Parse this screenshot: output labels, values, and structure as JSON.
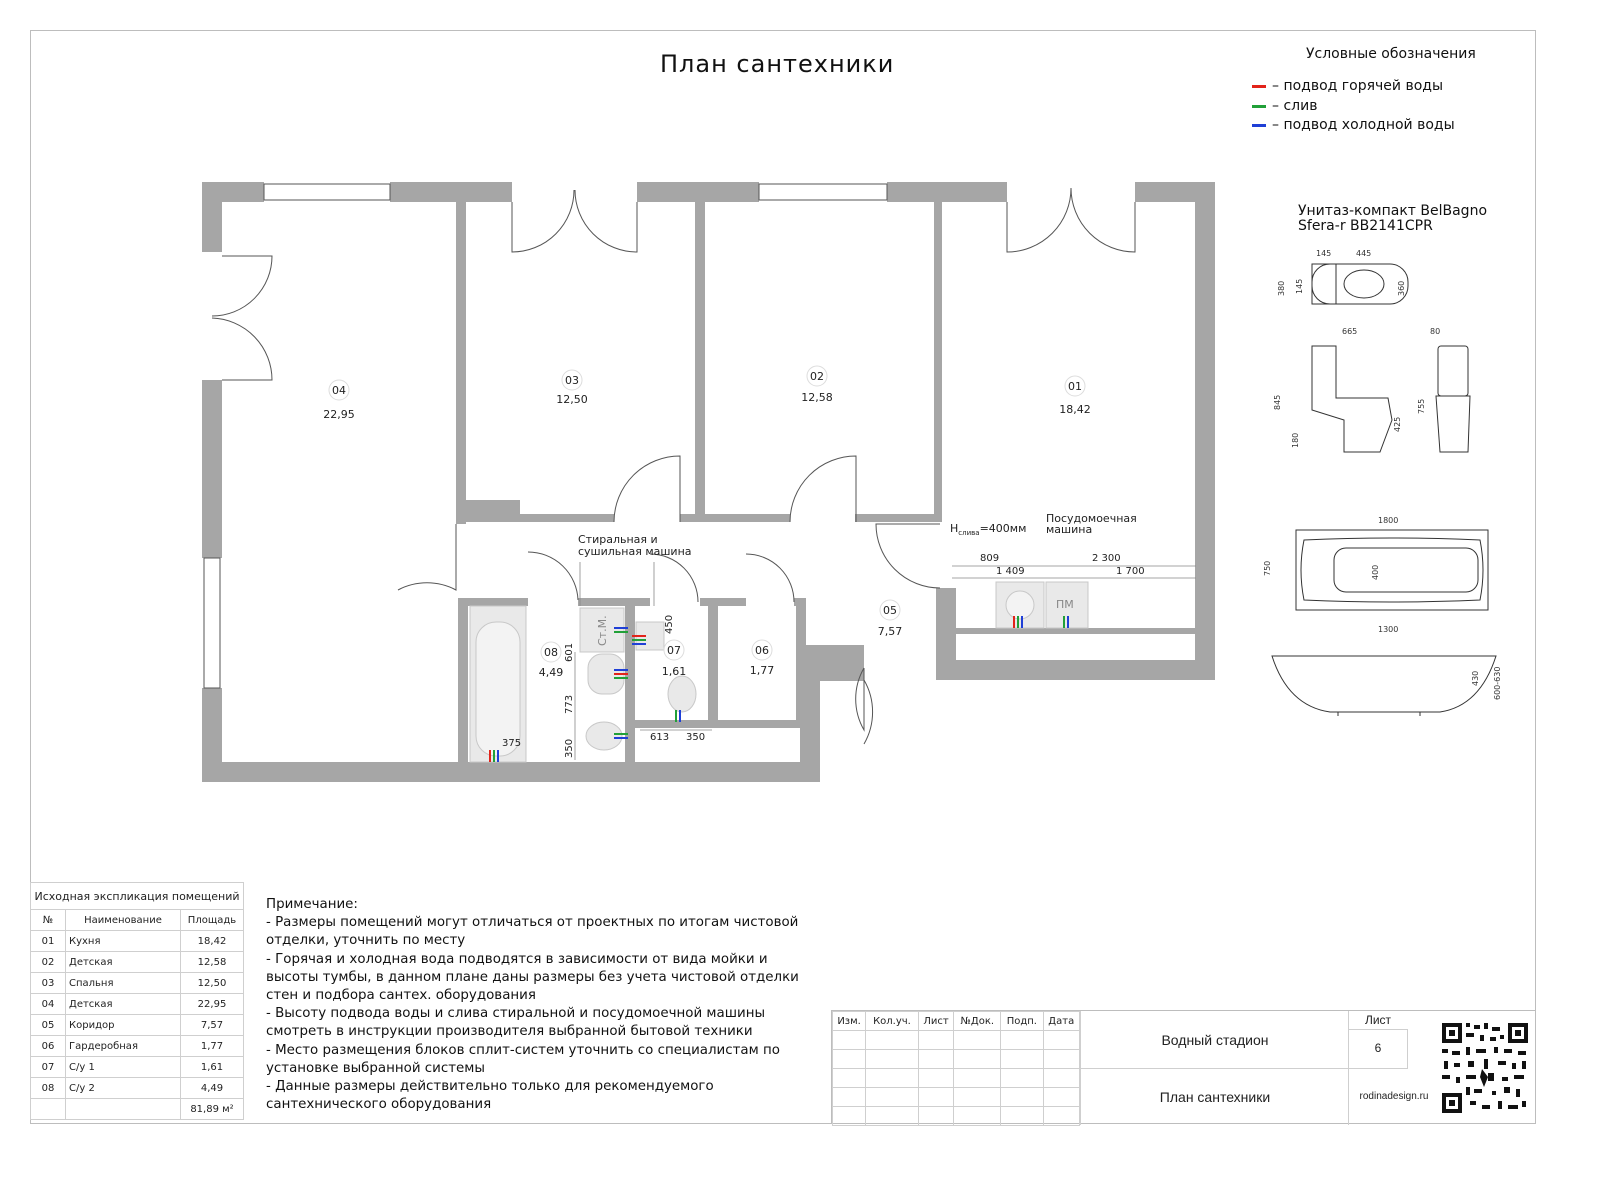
{
  "title": "План сантехники",
  "legend": {
    "title": "Условные обозначения",
    "items": [
      {
        "color": "#e2231a",
        "label": "– подвод горячей воды"
      },
      {
        "color": "#21a038",
        "label": "– слив"
      },
      {
        "color": "#1f3fd6",
        "label": "– подвод холодной воды"
      }
    ]
  },
  "product": {
    "line1": "Унитаз-компакт BelBagno",
    "line2": "Sfera-r BB2141CPR"
  },
  "toilet_dims": {
    "top_a": "145",
    "top_b": "445",
    "left_a": "380",
    "left_b": "145",
    "right": "360",
    "side_w": "665",
    "side_h": "845",
    "side_seat": "425",
    "side_low": "180",
    "front_w": "80",
    "front_h": "755"
  },
  "bath_dims": {
    "len": "1800",
    "w": "750",
    "inner": "400",
    "base": "1300",
    "h1": "430",
    "h2": "600-630"
  },
  "rooms": [
    {
      "num": "04",
      "area": "22,95"
    },
    {
      "num": "03",
      "area": "12,50"
    },
    {
      "num": "02",
      "area": "12,58"
    },
    {
      "num": "01",
      "area": "18,42"
    },
    {
      "num": "05",
      "area": "7,57"
    },
    {
      "num": "06",
      "area": "1,77"
    },
    {
      "num": "07",
      "area": "1,61"
    },
    {
      "num": "08",
      "area": "4,49"
    }
  ],
  "plan_labels": {
    "washer": "Стиральная и",
    "washer2": "сушильная машина",
    "dishwasher": "Посудомоечная",
    "dishwasher2": "машина",
    "drain_h": "H",
    "drain_sub": "слива",
    "drain_val": "=400мм",
    "wm": "Ст.М.",
    "pm": "ПМ",
    "d809": "809",
    "d1409": "1 409",
    "d2300": "2 300",
    "d1700": "1 700",
    "d450": "450",
    "d601": "601",
    "d773": "773",
    "d350a": "350",
    "d375": "375",
    "d613": "613",
    "d350b": "350"
  },
  "explication": {
    "caption": "Исходная экспликация помещений",
    "headers": [
      "№",
      "Наименование",
      "Площадь"
    ],
    "rows": [
      [
        "01",
        "Кухня",
        "18,42"
      ],
      [
        "02",
        "Детская",
        "12,58"
      ],
      [
        "03",
        "Спальня",
        "12,50"
      ],
      [
        "04",
        "Детская",
        "22,95"
      ],
      [
        "05",
        "Коридор",
        "7,57"
      ],
      [
        "06",
        "Гардеробная",
        "1,77"
      ],
      [
        "07",
        "С/у 1",
        "1,61"
      ],
      [
        "08",
        "С/у 2",
        "4,49"
      ]
    ],
    "total": "81,89 м²"
  },
  "notes": [
    "Примечание:",
    "- Размеры помещений могут отличаться от проектных по итогам чистовой",
    "отделки, уточнить по месту",
    "- Горячая и холодная вода подводятся в зависимости от вида мойки и",
    "высоты тумбы, в данном плане даны размеры без учета чистовой отделки",
    "стен и подбора сантех. оборудования",
    "- Высоту подвода воды и слива стиральной и посудомоечной машины",
    "смотреть в инструкции производителя выбранной бытовой техники",
    "- Место размещения блоков сплит-систем уточнить со специалистам по",
    "установке выбранной системы",
    "- Данные размеры действительно только для рекомендуемого",
    "сантехнического оборудования"
  ],
  "stamp": {
    "cols": [
      "Изм.",
      "Кол.уч.",
      "Лист",
      "№Док.",
      "Подп.",
      "Дата"
    ],
    "project": "Водный стадион",
    "sheet_name": "План сантехники",
    "sheet_label": "Лист",
    "sheet_num": "6",
    "site": "rodinadesign.ru"
  },
  "colors": {
    "wall": "#a6a6a6",
    "hot": "#e2231a",
    "drain": "#21a038",
    "cold": "#1f3fd6"
  }
}
